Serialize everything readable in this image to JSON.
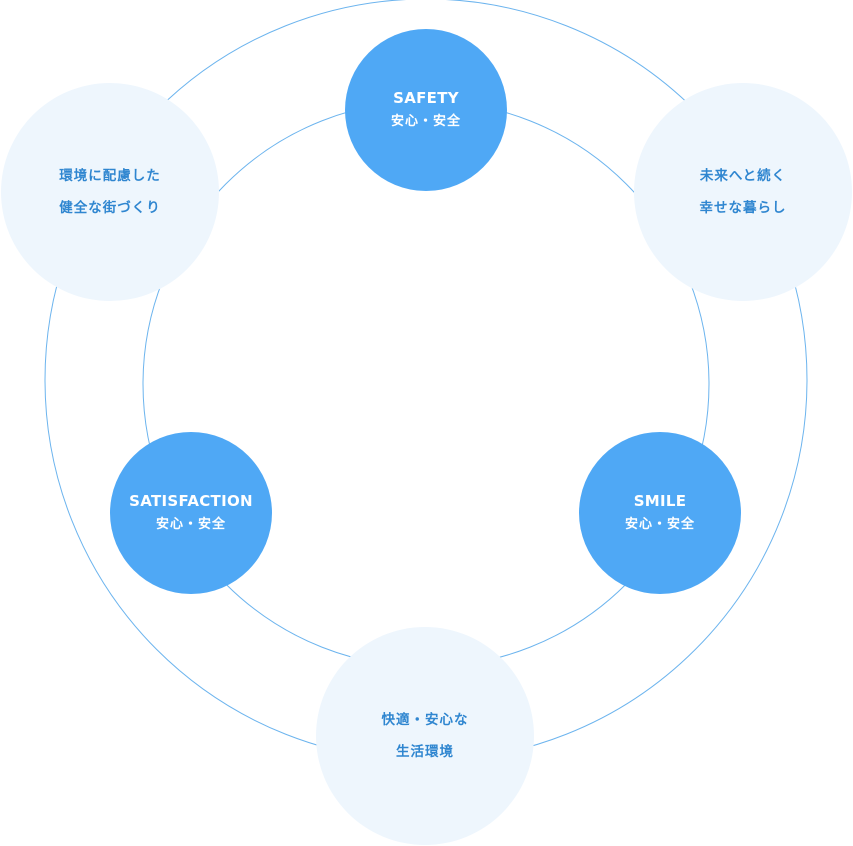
{
  "colors": {
    "ring": "#6cb4ee",
    "solid_circle": "#4fa8f5",
    "soft_circle": "#eef6fd",
    "soft_text": "#2f86d0",
    "solid_text": "#ffffff"
  },
  "values": [
    {
      "title": "SAFETY",
      "sub": "安心・安全"
    },
    {
      "title": "SATISFACTION",
      "sub": "安心・安全"
    },
    {
      "title": "SMILE",
      "sub": "安心・安全"
    }
  ],
  "goals": [
    {
      "lines": [
        "環境に配慮した",
        "健全な街づくり"
      ]
    },
    {
      "lines": [
        "未来へと続く",
        "幸せな暮らし"
      ]
    },
    {
      "lines": [
        "快適・安心な",
        "生活環境"
      ]
    }
  ]
}
